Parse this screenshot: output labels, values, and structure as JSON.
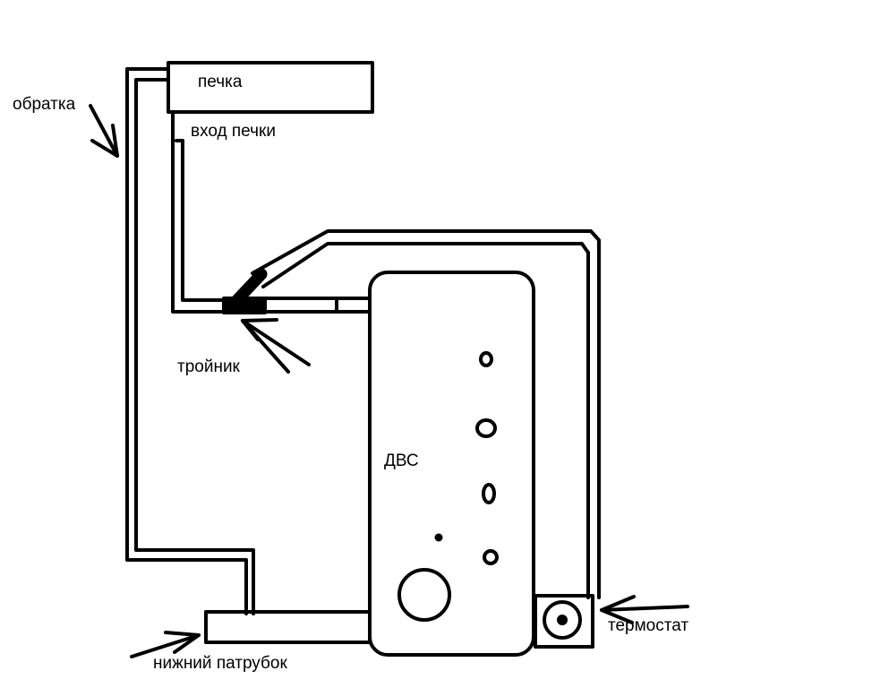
{
  "labels": {
    "pechka": "печка",
    "vhod_pechki": "вход печки",
    "obratka": "обратка",
    "troynik": "тройник",
    "dvs": "ДВС",
    "nizhniy_patrubok": "нижний патрубок",
    "termostat": "термостат"
  },
  "colors": {
    "stroke": "#000000",
    "background": "#ffffff"
  }
}
